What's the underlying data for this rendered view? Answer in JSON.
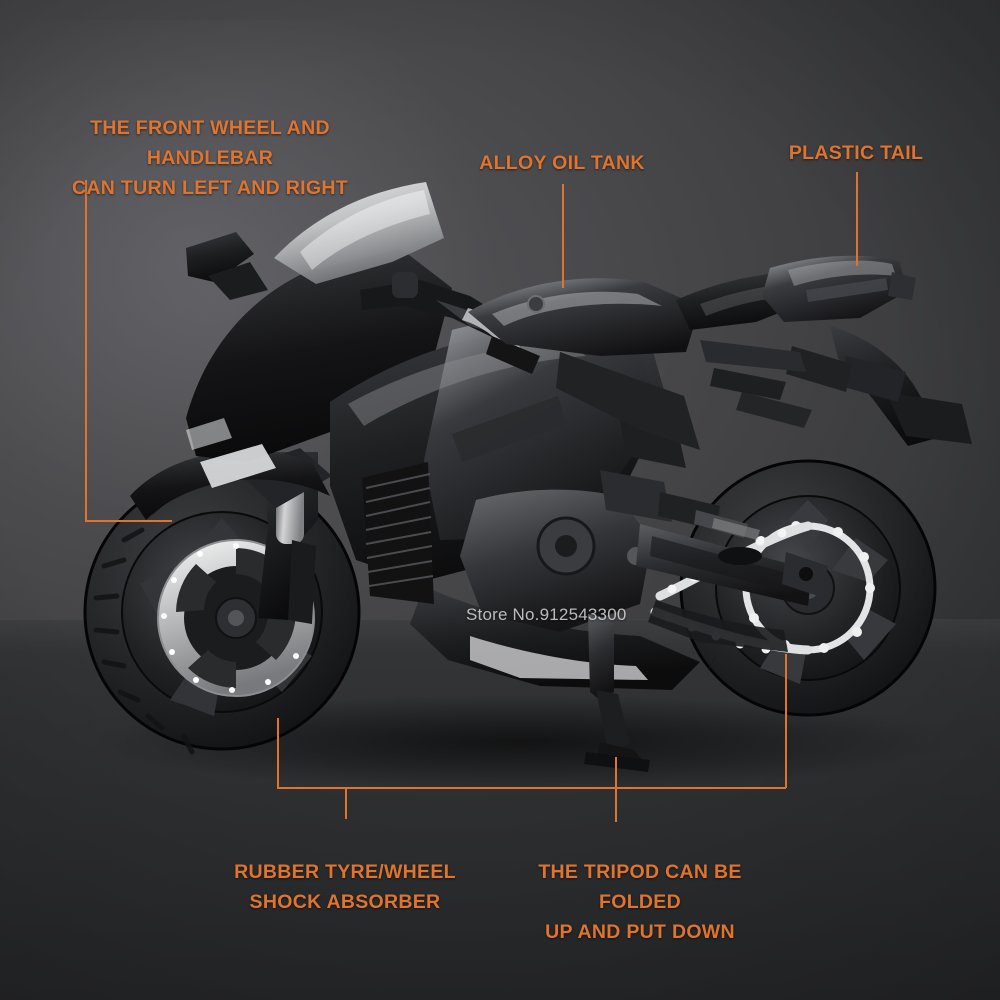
{
  "scene": {
    "subject": "die-cast motorcycle model, side view, facing left",
    "background_top_color": "#4c4c4f",
    "background_bottom_color": "#2c2d2f",
    "accent_color": "#df7430",
    "body_color": "#1c1c1e"
  },
  "watermark": {
    "text": "Store No.912543300",
    "color": "#d8d8d8"
  },
  "annotations": [
    {
      "id": "front-wheel-handlebar",
      "text": "THE FRONT WHEEL AND HANDLEBAR\nCAN TURN LEFT AND RIGHT",
      "color": "#df7430"
    },
    {
      "id": "alloy-oil-tank",
      "text": "ALLOY OIL TANK",
      "color": "#df7430"
    },
    {
      "id": "plastic-tail",
      "text": "PLASTIC TAIL",
      "color": "#df7430"
    },
    {
      "id": "rubber-tyre-shock",
      "text": "RUBBER TYRE/WHEEL\nSHOCK ABSORBER",
      "color": "#df7430"
    },
    {
      "id": "tripod-folded",
      "text": "THE TRIPOD CAN BE FOLDED\nUP AND PUT DOWN",
      "color": "#df7430"
    }
  ]
}
